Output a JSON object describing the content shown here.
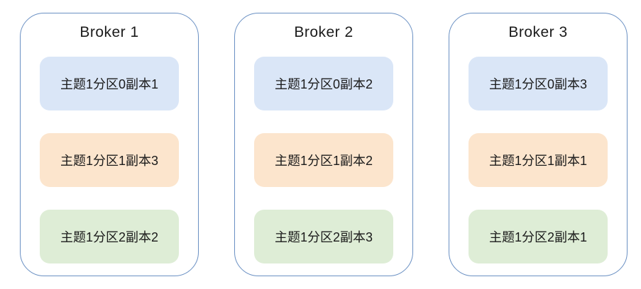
{
  "colors": {
    "container_border": "#6a90c3",
    "partition0_fill": "#dae6f7",
    "partition1_fill": "#fce5cd",
    "partition2_fill": "#deedd6",
    "text": "#1b1b1b",
    "background": "#ffffff"
  },
  "brokers": [
    {
      "title": "Broker 1",
      "replicas": [
        {
          "label": "主题1分区0副本1",
          "color_key": "partition0_fill"
        },
        {
          "label": "主题1分区1副本3",
          "color_key": "partition1_fill"
        },
        {
          "label": "主题1分区2副本2",
          "color_key": "partition2_fill"
        }
      ]
    },
    {
      "title": "Broker 2",
      "replicas": [
        {
          "label": "主题1分区0副本2",
          "color_key": "partition0_fill"
        },
        {
          "label": "主题1分区1副本2",
          "color_key": "partition1_fill"
        },
        {
          "label": "主题1分区2副本3",
          "color_key": "partition2_fill"
        }
      ]
    },
    {
      "title": "Broker 3",
      "replicas": [
        {
          "label": "主题1分区0副本3",
          "color_key": "partition0_fill"
        },
        {
          "label": "主题1分区1副本1",
          "color_key": "partition1_fill"
        },
        {
          "label": "主题1分区2副本1",
          "color_key": "partition2_fill"
        }
      ]
    }
  ]
}
